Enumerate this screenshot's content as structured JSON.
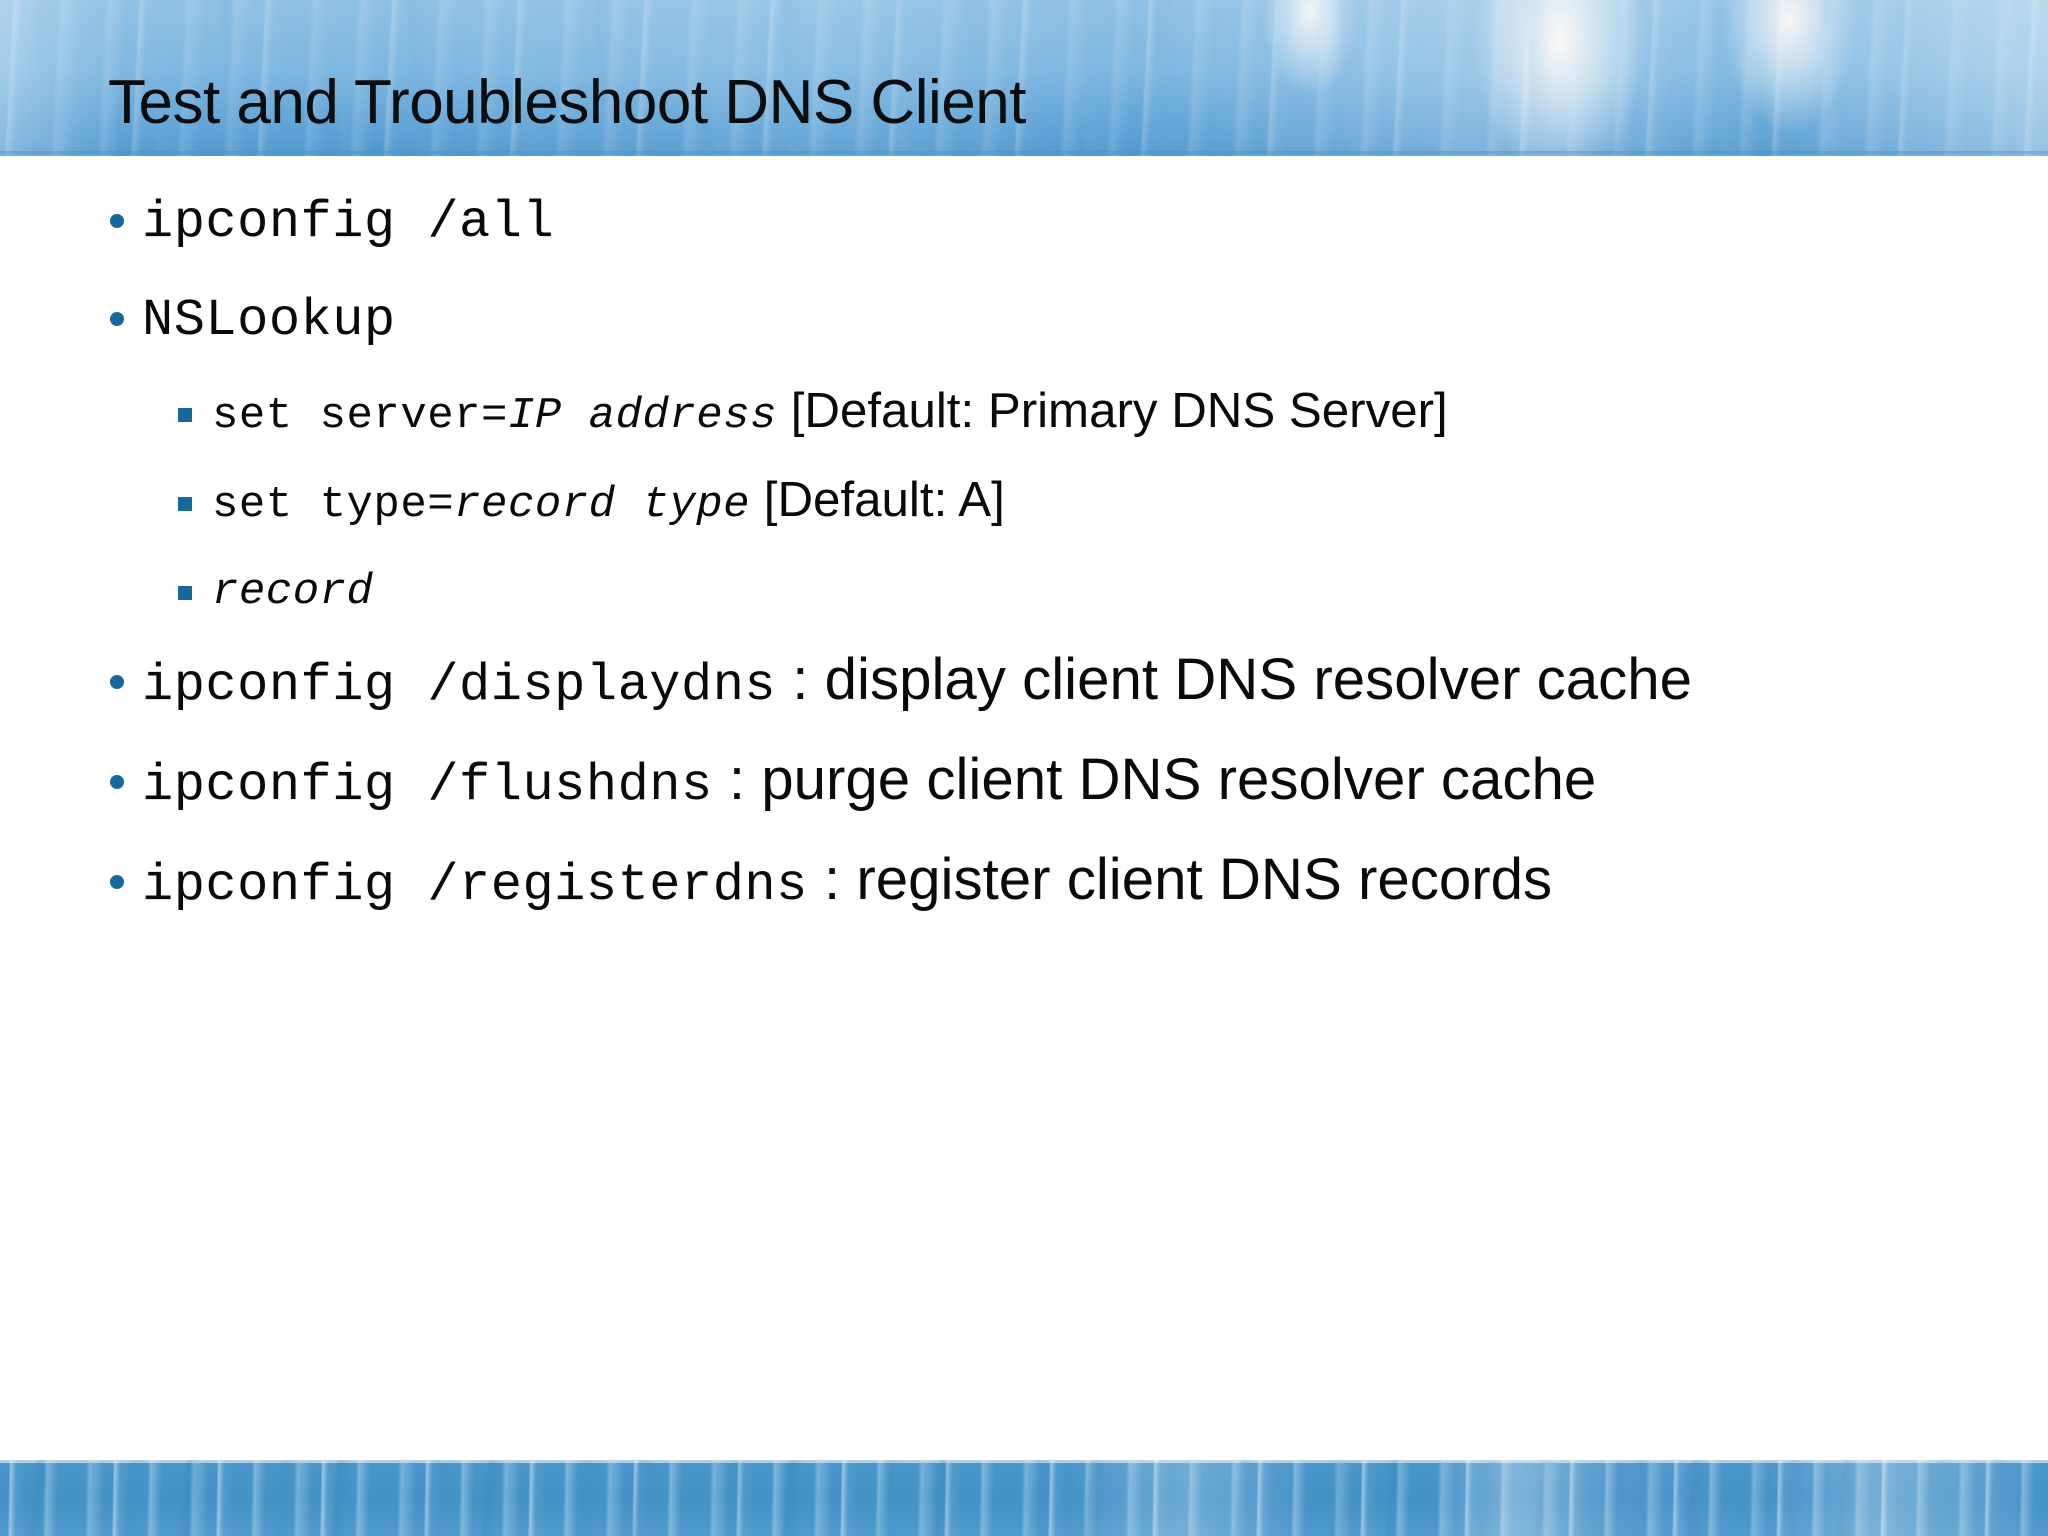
{
  "slide": {
    "title": "Test and Troubleshoot DNS Client",
    "accent_blue": "#17699c",
    "band_blue": "#4a96cb",
    "header_blue": "#7cb6e0",
    "body_background": "#ffffff"
  },
  "content": [
    {
      "level": 1,
      "name": "bullet-ipconfig-all",
      "marker": "round-bullet",
      "runs": [
        {
          "style": "mono",
          "text": "ipconfig /all"
        }
      ]
    },
    {
      "level": 1,
      "name": "bullet-nslookup",
      "marker": "round-bullet",
      "runs": [
        {
          "style": "mono",
          "text": "NSLookup"
        }
      ]
    },
    {
      "level": 2,
      "name": "bullet-set-server",
      "marker": "square-bullet",
      "runs": [
        {
          "style": "mono",
          "text": "set server="
        },
        {
          "style": "mono-italic",
          "text": "IP address"
        },
        {
          "style": "sans-big",
          "text": "  [Default: Primary DNS Server]"
        }
      ]
    },
    {
      "level": 2,
      "name": "bullet-set-type",
      "marker": "square-bullet",
      "runs": [
        {
          "style": "mono",
          "text": "set type="
        },
        {
          "style": "mono-italic",
          "text": "record type"
        },
        {
          "style": "sans-big",
          "text": "  [Default: A]"
        }
      ]
    },
    {
      "level": 2,
      "name": "bullet-record",
      "marker": "square-bullet",
      "runs": [
        {
          "style": "mono-italic",
          "text": "record"
        }
      ]
    },
    {
      "level": 1,
      "name": "bullet-ipconfig-displaydns",
      "marker": "round-bullet",
      "runs": [
        {
          "style": "mono",
          "text": "ipconfig /displaydns"
        },
        {
          "style": "sans-big",
          "text": " : display client DNS resolver cache"
        }
      ]
    },
    {
      "level": 1,
      "name": "bullet-ipconfig-flushdns",
      "marker": "round-bullet",
      "runs": [
        {
          "style": "mono",
          "text": "ipconfig /flushdns"
        },
        {
          "style": "sans-big",
          "text": " : purge client DNS resolver cache"
        }
      ]
    },
    {
      "level": 1,
      "name": "bullet-ipconfig-registerdns",
      "marker": "round-bullet",
      "runs": [
        {
          "style": "mono",
          "text": "ipconfig /registerdns"
        },
        {
          "style": "sans-big",
          "text": " : register client DNS records"
        }
      ]
    }
  ]
}
